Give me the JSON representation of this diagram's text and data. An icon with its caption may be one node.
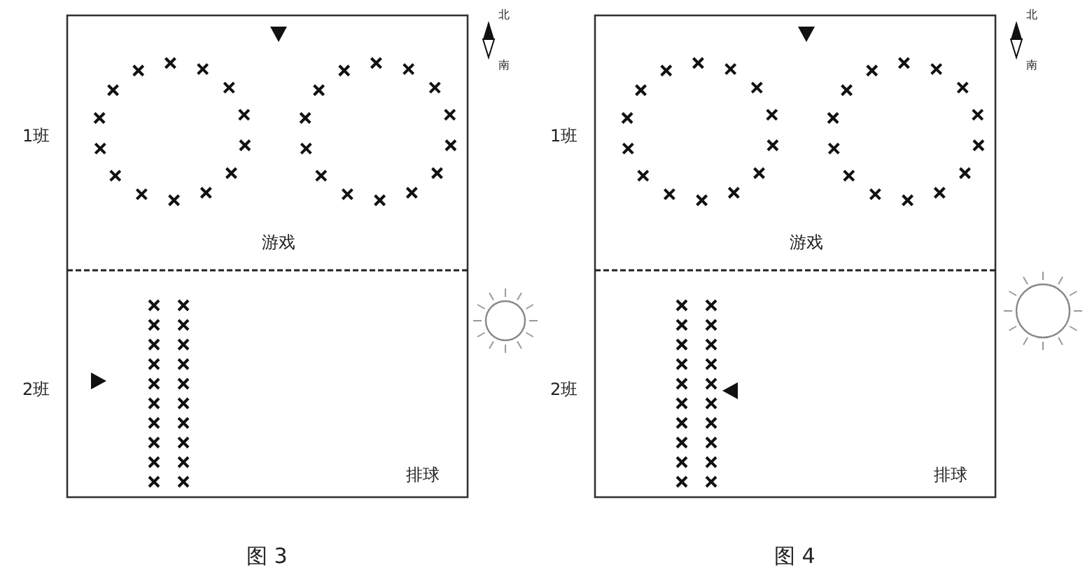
{
  "diagram": {
    "labels": [
      "北",
      "南",
      "1班",
      "游戏",
      "2班",
      "排球",
      "图 3",
      "北",
      "南",
      "1班",
      "游戏",
      "2班",
      "排球",
      "图 4"
    ]
  }
}
